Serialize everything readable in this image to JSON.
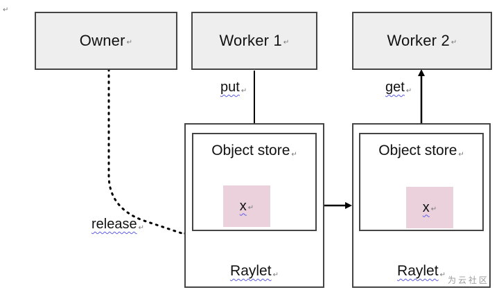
{
  "nodes": {
    "owner": "Owner",
    "worker1": "Worker 1",
    "worker2": "Worker 2"
  },
  "node1": {
    "object_store": "Object store",
    "object": "x",
    "raylet": "Raylet"
  },
  "node2": {
    "object_store": "Object store",
    "object": "x",
    "raylet": "Raylet"
  },
  "edges": {
    "put": "put",
    "get": "get",
    "release": "release"
  },
  "marks": {
    "paragraph": "↵"
  },
  "watermark": "为云社区",
  "colors": {
    "node_fill": "#eeeeee",
    "object_fill": "#ead1dc",
    "border": "#444444",
    "squiggle": "#5b5be6"
  }
}
